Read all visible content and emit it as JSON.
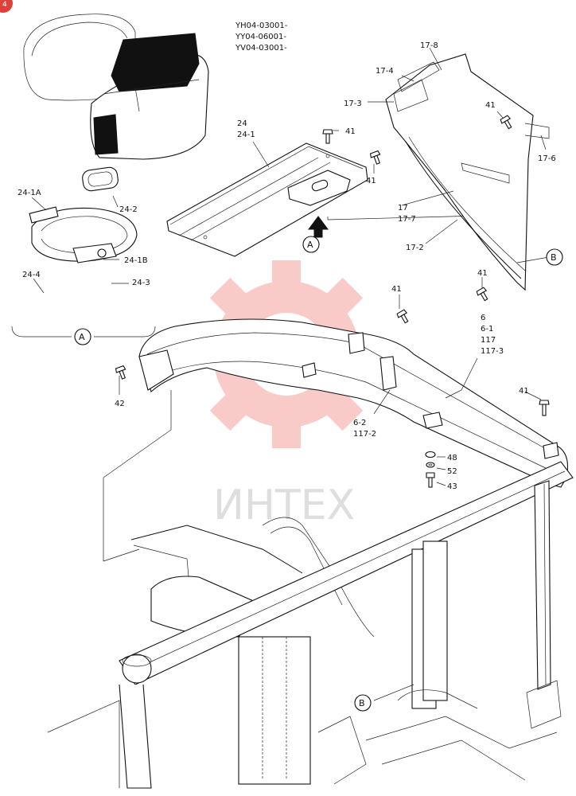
{
  "model_codes": [
    "YH04-03001-",
    "YY04-06001-",
    "YV04-03001-"
  ],
  "watermark": {
    "text": "ИНТЕХ",
    "color": "#e8473f"
  },
  "corner_badge": {
    "text": "4",
    "color": "#e0403a"
  },
  "callouts": {
    "c24": "24",
    "c24_1": "24-1",
    "c41a": "41",
    "c41b": "41",
    "c17_8": "17-8",
    "c17_4": "17-4",
    "c17_3": "17-3",
    "c41c": "41",
    "c17_6": "17-6",
    "c17": "17",
    "c17_7": "17-7",
    "c17_2": "17-2",
    "c41d": "41",
    "c24_1a": "24-1A",
    "c24_2": "24-2",
    "c24_1b": "24-1B",
    "c24_4": "24-4",
    "c24_3": "24-3",
    "c41e": "41",
    "c42": "42",
    "c6": "6",
    "c6_1": "6-1",
    "c117": "117",
    "c117_3": "117-3",
    "c41f": "41",
    "c6_2": "6-2",
    "c117_2": "117-2",
    "c48": "48",
    "c52": "52",
    "c43": "43"
  },
  "ref_markers": {
    "a_top": "A",
    "a_detail": "A",
    "b_top": "B",
    "b_bottom": "B"
  }
}
